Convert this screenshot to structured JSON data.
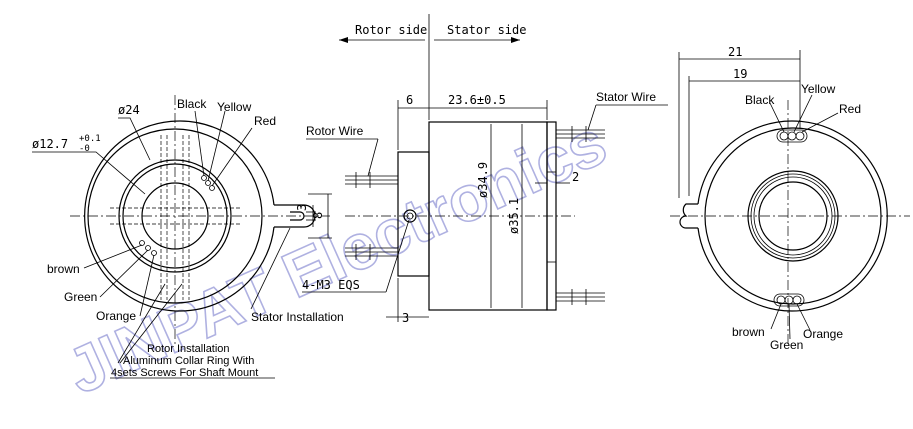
{
  "watermark": "JINPAT Electronics",
  "header": {
    "rotor_side": "Rotor side",
    "stator_side": "Stator side"
  },
  "left_view": {
    "dia_outer": "ø24",
    "dia_bore": "ø12.7",
    "dia_bore_tol_upper": "+0.1",
    "dia_bore_tol_lower": "-0",
    "dim_slot_inner": "3",
    "dim_slot_outer": "8",
    "wire_black": "Black",
    "wire_yellow": "Yellow",
    "wire_red": "Red",
    "wire_brown": "brown",
    "wire_green": "Green",
    "wire_orange": "Orange",
    "rotor_install_line1": "Rotor Installation",
    "rotor_install_line2": "Aluminum Collar Ring With",
    "rotor_install_line3": "4sets Screws For Shaft Mount"
  },
  "side_view": {
    "dim_6": "6",
    "dim_length": "23.6±0.5",
    "dim_2": "2",
    "dim_3": "3",
    "dia_349": "ø34.9",
    "dia_351": "ø35.1",
    "rotor_wire": "Rotor Wire",
    "stator_wire": "Stator Wire",
    "screws": "4-M3 EQS",
    "stator_install": "Stator Installation"
  },
  "right_view": {
    "dim_21": "21",
    "dim_19": "19",
    "wire_black": "Black",
    "wire_yellow": "Yellow",
    "wire_red": "Red",
    "wire_brown": "brown",
    "wire_green": "Green",
    "wire_orange": "Orange"
  }
}
